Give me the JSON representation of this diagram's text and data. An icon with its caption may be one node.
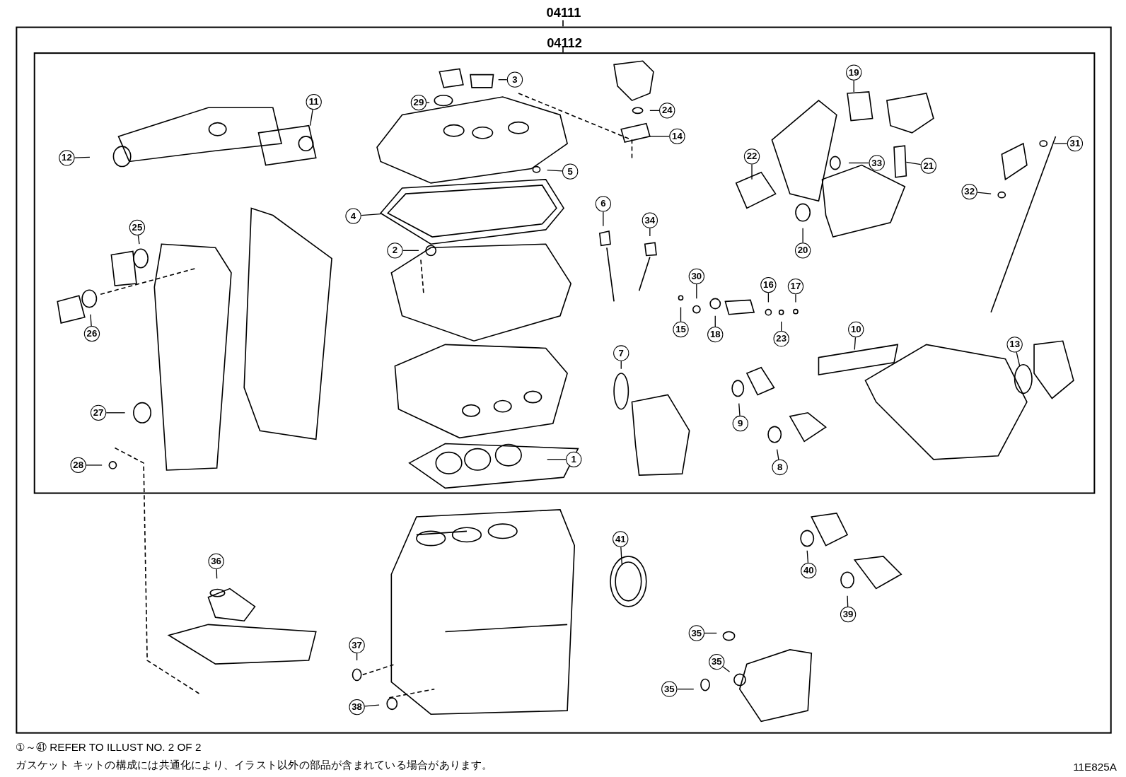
{
  "diagram": {
    "nodes": [
      {
        "text": [
          "04111"
        ]
      },
      {
        "text": [
          "04112"
        ],
        "in": 0
      },
      {
        "text": [
          "19"
        ],
        "in": 1
      },
      {
        "text": [
          "3"
        ],
        "in": 1
      },
      {
        "text": [
          "11"
        ],
        "in": 1
      },
      {
        "text": [
          "29"
        ],
        "in": 1
      },
      {
        "text": [
          "24"
        ],
        "in": 1
      },
      {
        "text": [
          "14"
        ],
        "in": 1
      },
      {
        "text": [
          "31"
        ],
        "in": 1
      },
      {
        "text": [
          "22"
        ],
        "in": 1
      },
      {
        "text": [
          "12"
        ],
        "in": 1
      },
      {
        "text": [
          "33"
        ],
        "in": 1
      },
      {
        "text": [
          "21"
        ],
        "in": 1
      },
      {
        "text": [
          "5"
        ],
        "in": 1
      },
      {
        "text": [
          "32"
        ],
        "in": 1
      },
      {
        "text": [
          "6"
        ],
        "in": 1
      },
      {
        "text": [
          "4"
        ],
        "in": 1
      },
      {
        "text": [
          "34"
        ],
        "in": 1
      },
      {
        "text": [
          "25"
        ],
        "in": 1
      },
      {
        "text": [
          "2"
        ],
        "in": 1
      },
      {
        "text": [
          "20"
        ],
        "in": 1
      },
      {
        "text": [
          "30"
        ],
        "in": 1
      },
      {
        "text": [
          "16"
        ],
        "in": 1
      },
      {
        "text": [
          "17"
        ],
        "in": 1
      },
      {
        "text": [
          "15"
        ],
        "in": 1
      },
      {
        "text": [
          "10"
        ],
        "in": 1
      },
      {
        "text": [
          "18"
        ],
        "in": 1
      },
      {
        "text": [
          "26"
        ],
        "in": 1
      },
      {
        "text": [
          "23"
        ],
        "in": 1
      },
      {
        "text": [
          "13"
        ],
        "in": 1
      },
      {
        "text": [
          "7"
        ],
        "in": 1
      },
      {
        "text": [
          "27"
        ],
        "in": 1
      },
      {
        "text": [
          "9"
        ],
        "in": 1
      },
      {
        "text": [
          "1"
        ],
        "in": 1
      },
      {
        "text": [
          "28"
        ],
        "in": 1
      },
      {
        "text": [
          "8"
        ],
        "in": 1
      },
      {
        "text": [
          "41"
        ],
        "in": 0
      },
      {
        "text": [
          "36"
        ],
        "in": 0
      },
      {
        "text": [
          "40"
        ],
        "in": 0
      },
      {
        "text": [
          "39"
        ],
        "in": 0
      },
      {
        "text": [
          "35"
        ],
        "in": 0
      },
      {
        "text": [
          "37"
        ],
        "in": 0
      },
      {
        "text": [
          "35"
        ],
        "in": 0
      },
      {
        "text": [
          "35"
        ],
        "in": 0
      },
      {
        "text": [
          "38"
        ],
        "in": 0
      }
    ],
    "edges": [
      {
        "from": 2,
        "to": null,
        "arrow": "none"
      },
      {
        "from": 3,
        "to": null,
        "arrow": "none"
      },
      {
        "from": 4,
        "to": null,
        "arrow": "none"
      },
      {
        "from": 5,
        "to": null,
        "arrow": "none"
      },
      {
        "from": 6,
        "to": null,
        "arrow": "none"
      },
      {
        "from": 7,
        "to": null,
        "arrow": "none"
      },
      {
        "from": 8,
        "to": null,
        "arrow": "none"
      },
      {
        "from": 9,
        "to": null,
        "arrow": "none"
      },
      {
        "from": 10,
        "to": null,
        "arrow": "none"
      },
      {
        "from": 11,
        "to": null,
        "arrow": "none"
      },
      {
        "from": 12,
        "to": null,
        "arrow": "none"
      },
      {
        "from": 13,
        "to": null,
        "arrow": "none"
      },
      {
        "from": 14,
        "to": null,
        "arrow": "none"
      },
      {
        "from": 15,
        "to": null,
        "arrow": "none"
      },
      {
        "from": 16,
        "to": null,
        "arrow": "none"
      },
      {
        "from": 17,
        "to": null,
        "arrow": "none"
      },
      {
        "from": 18,
        "to": null,
        "arrow": "none"
      },
      {
        "from": 19,
        "to": null,
        "arrow": "none"
      },
      {
        "from": 20,
        "to": null,
        "arrow": "none"
      },
      {
        "from": 21,
        "to": null,
        "arrow": "none"
      },
      {
        "from": 22,
        "to": null,
        "arrow": "none"
      },
      {
        "from": 23,
        "to": null,
        "arrow": "none"
      },
      {
        "from": 24,
        "to": null,
        "arrow": "none"
      },
      {
        "from": 25,
        "to": null,
        "arrow": "none"
      },
      {
        "from": 26,
        "to": null,
        "arrow": "none"
      },
      {
        "from": 27,
        "to": null,
        "arrow": "none"
      },
      {
        "from": 28,
        "to": null,
        "arrow": "none"
      },
      {
        "from": 29,
        "to": null,
        "arrow": "none"
      },
      {
        "from": 30,
        "to": null,
        "arrow": "none"
      },
      {
        "from": 31,
        "to": null,
        "arrow": "none"
      },
      {
        "from": 32,
        "to": null,
        "arrow": "none"
      },
      {
        "from": 33,
        "to": null,
        "arrow": "none"
      },
      {
        "from": 34,
        "to": null,
        "arrow": "none"
      },
      {
        "from": 35,
        "to": null,
        "arrow": "none"
      },
      {
        "from": 36,
        "to": null,
        "arrow": "none"
      },
      {
        "from": 37,
        "to": null,
        "arrow": "none"
      },
      {
        "from": 38,
        "to": null,
        "arrow": "none"
      },
      {
        "from": 39,
        "to": null,
        "arrow": "none"
      },
      {
        "from": 40,
        "to": null,
        "arrow": "none"
      },
      {
        "from": 41,
        "to": null,
        "arrow": "none"
      },
      {
        "from": 42,
        "to": null,
        "arrow": "none"
      },
      {
        "from": 43,
        "to": null,
        "arrow": "none"
      },
      {
        "from": 44,
        "to": null,
        "arrow": "none"
      }
    ],
    "labels": [
      "①～㊶ REFER TO ILLUST NO. 2 OF 2",
      "ガスケット キットの構成には共通化により、イラスト以外の部品が含まれている場合があります。",
      "11E825A"
    ]
  }
}
